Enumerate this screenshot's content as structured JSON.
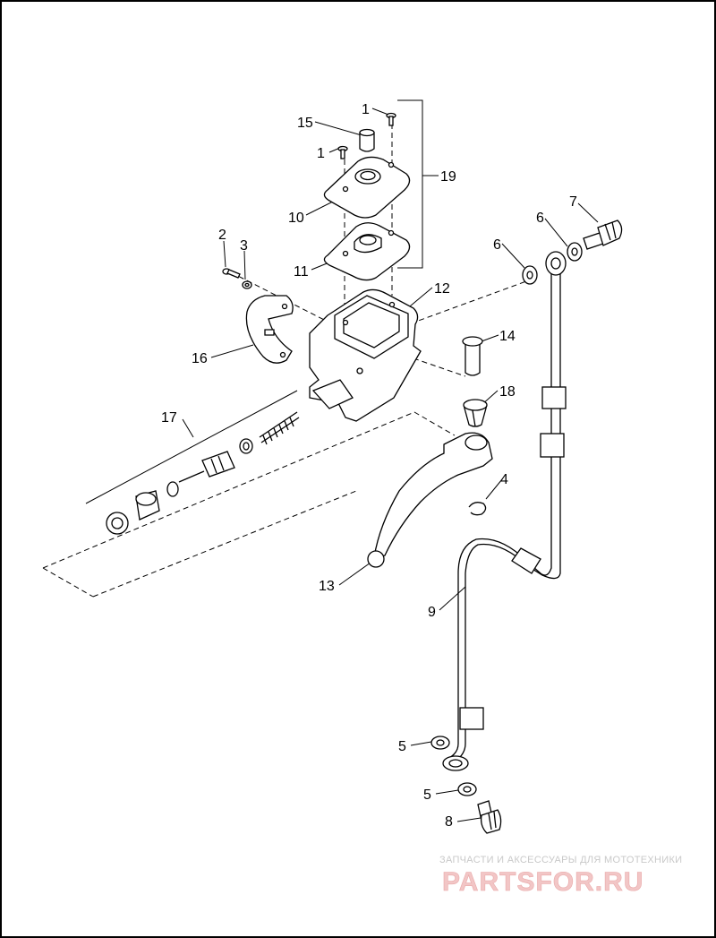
{
  "diagram": {
    "callouts": [
      "1",
      "15",
      "1",
      "19",
      "10",
      "11",
      "2",
      "3",
      "12",
      "16",
      "14",
      "18",
      "17",
      "4",
      "13",
      "9",
      "5",
      "5",
      "8",
      "6",
      "6",
      "7"
    ],
    "watermark": {
      "tagline": "ЗАПЧАСТИ И АКСЕССУАРЫ ДЛЯ МОТОТЕХНИКИ",
      "brand": "PARTSFOR.RU"
    }
  }
}
